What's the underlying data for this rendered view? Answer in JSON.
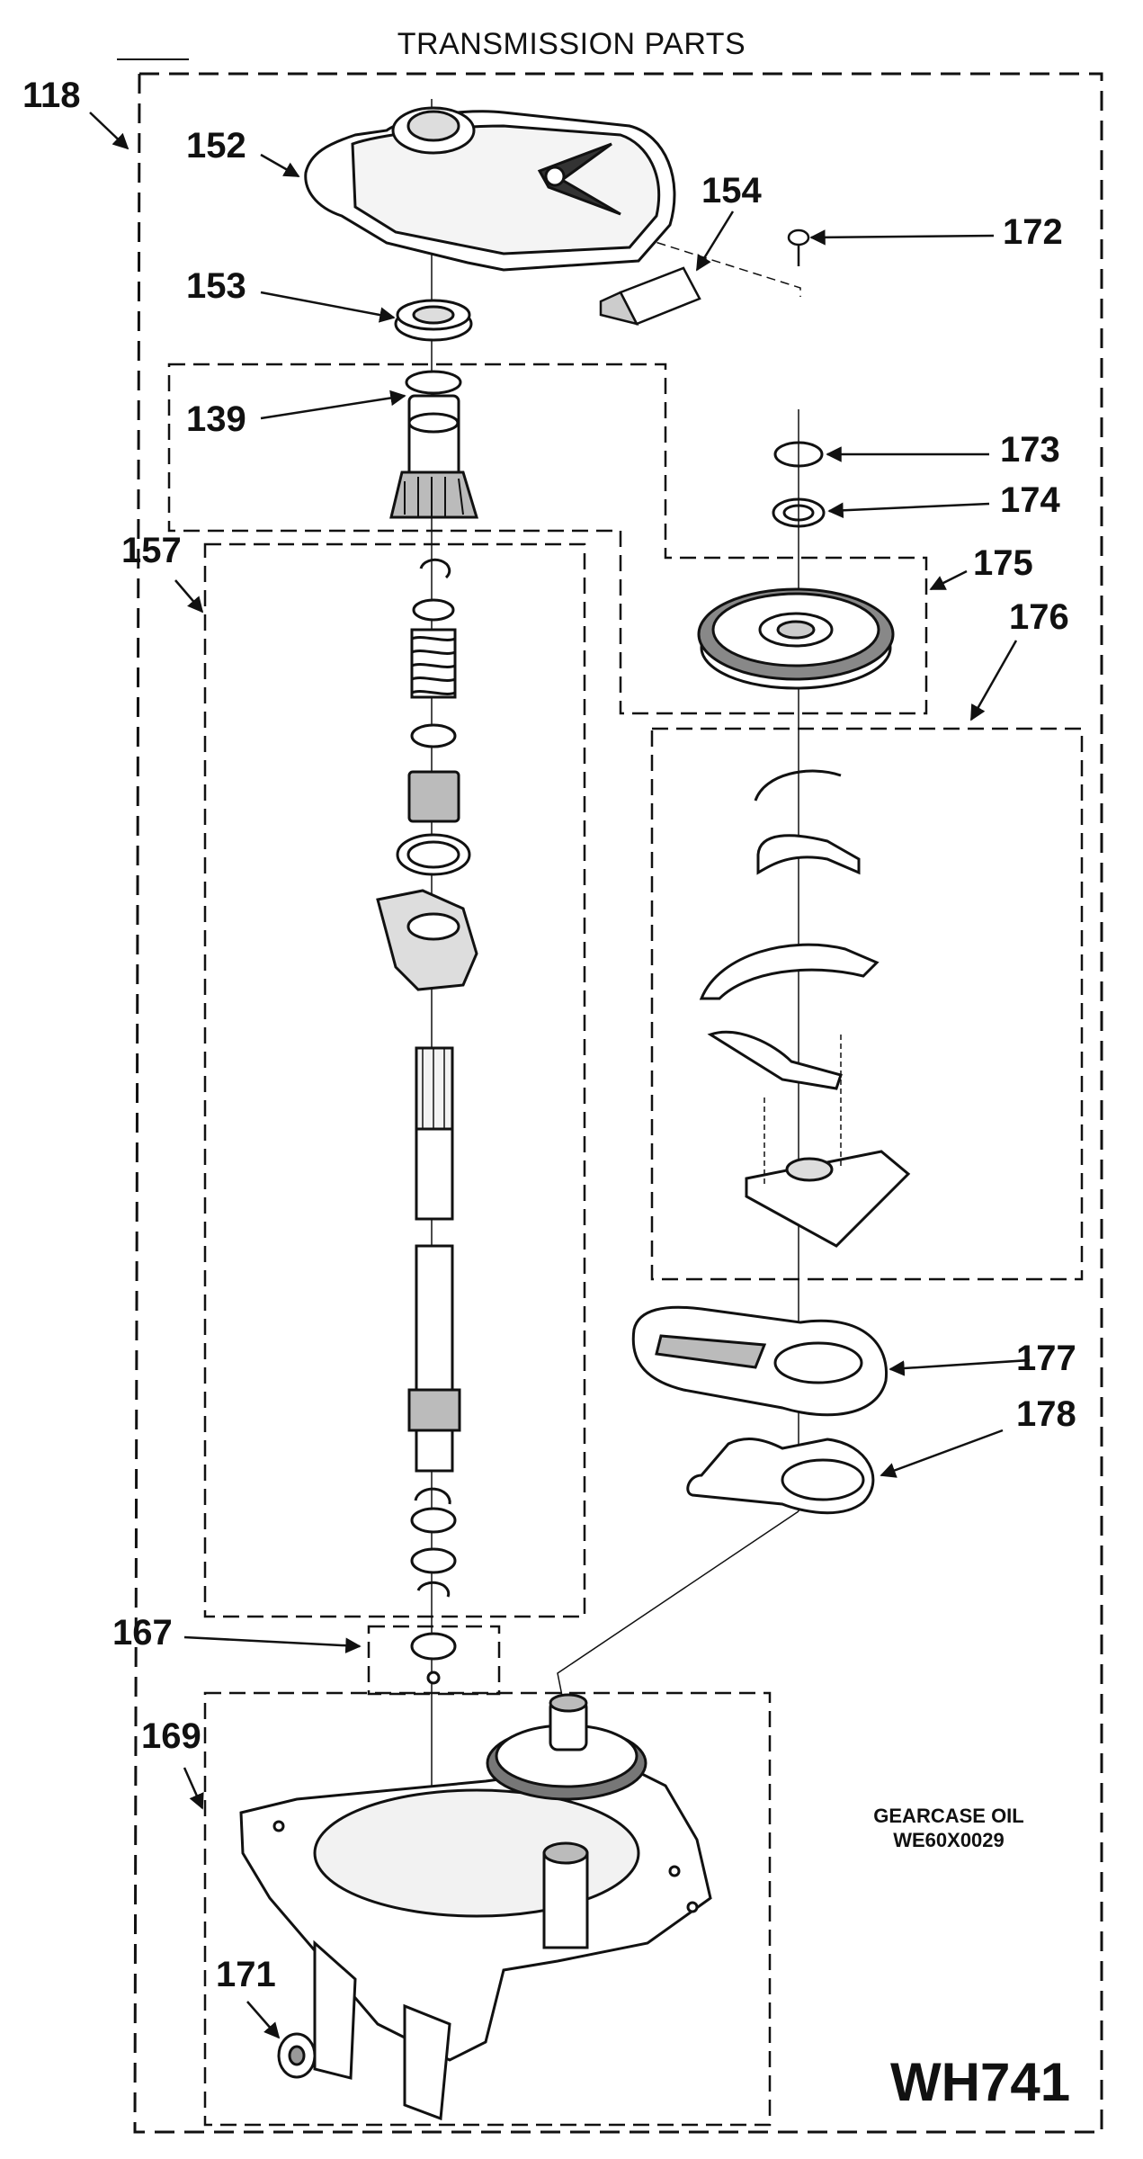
{
  "title": "TRANSMISSION PARTS",
  "callouts": {
    "c118": "118",
    "c152": "152",
    "c154": "154",
    "c172": "172",
    "c153": "153",
    "c139": "139",
    "c173": "173",
    "c174": "174",
    "c157": "157",
    "c175": "175",
    "c176": "176",
    "c177": "177",
    "c178": "178",
    "c167": "167",
    "c169": "169",
    "c171": "171"
  },
  "note": {
    "line1": "GEARCASE OIL",
    "line2": "WE60X0029"
  },
  "diagram_code": "WH741"
}
